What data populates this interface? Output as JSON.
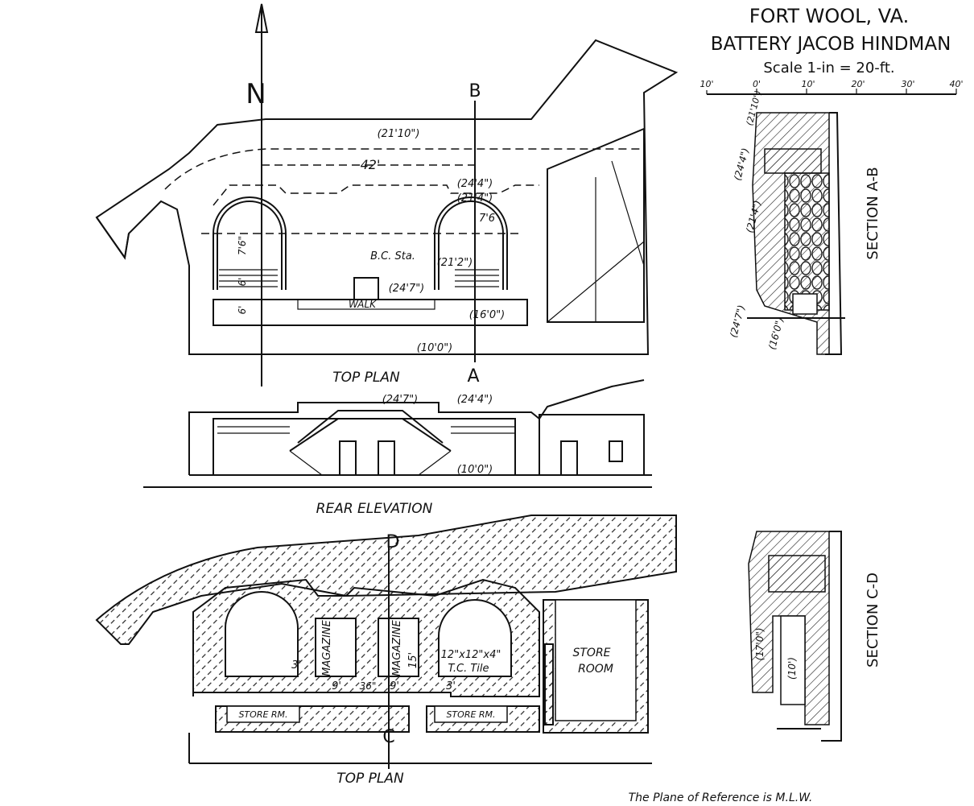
{
  "title": {
    "line1": "FORT WOOL, VA.",
    "line2": "BATTERY JACOB HINDMAN",
    "scale": "Scale 1-in = 20-ft.",
    "scale_ticks": [
      "10'",
      "0'",
      "10'",
      "20'",
      "30'",
      "40'"
    ]
  },
  "top_plan": {
    "north": "N",
    "section_mark_top": "B",
    "section_mark_bottom": "A",
    "labels": {
      "elev_21_10": "(21'10\")",
      "dim_42": "42'",
      "elev_24_4": "(24'4\")",
      "elev_21_4": "(21'4\")",
      "dim_7_6": "7'6",
      "bc_sta": "B.C. Sta.",
      "elev_21_2": "(21'2\")",
      "elev_24_7": "(24'7\")",
      "walk": "WALK",
      "elev_16_0": "(16'0\")",
      "elev_10_0": "(10'0\")",
      "dim_left_a": "7'6\"",
      "dim_left_b": "6'",
      "dim_left_c": "6'"
    },
    "caption": "TOP PLAN"
  },
  "rear_elevation": {
    "labels": {
      "elev_24_7": "(24'7\")",
      "elev_24_4": "(24'4\")",
      "elev_10_0": "(10'0\")"
    },
    "caption": "REAR ELEVATION"
  },
  "lower_plan": {
    "section_mark_top": "D",
    "section_mark_bottom": "C",
    "labels": {
      "magazine_1": "MAGAZINE",
      "magazine_2": "MAGAZINE",
      "dim_3a": "3'",
      "dim_9a": "9'",
      "dim_36": "36\"",
      "dim_9b": "9'",
      "dim_15": "15'",
      "tile_1": "12\"x12\"x4\"",
      "tile_2": "T.C. Tile",
      "dim_3b": "3'",
      "store_rm_1": "STORE RM.",
      "store_rm_2": "STORE RM.",
      "store_room_1": "STORE",
      "store_room_2": "ROOM"
    },
    "caption": "TOP PLAN"
  },
  "section_ab": {
    "title": "SECTION A-B",
    "labels": {
      "e21_10": "(21'10\")",
      "e24_4": "(24'4\")",
      "e21_4": "(21'4\")",
      "e24_7": "(24'7\")",
      "e16_0": "(16'0\")"
    }
  },
  "section_cd": {
    "title": "SECTION C-D",
    "labels": {
      "e17_0": "(17'0\")",
      "e10": "(10')"
    }
  },
  "footer": "The Plane of Reference is M.L.W."
}
